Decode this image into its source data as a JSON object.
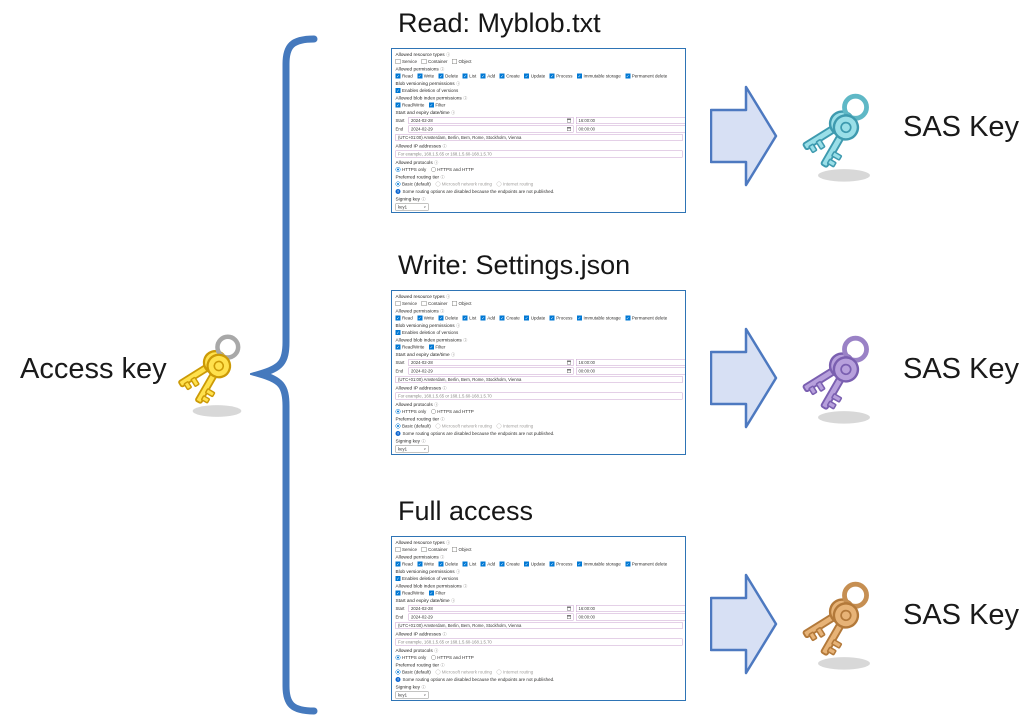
{
  "diagram": {
    "access_key_label": "Access key",
    "rows": [
      {
        "title": "Read: Myblob.txt",
        "result_label": "SAS Key"
      },
      {
        "title": "Write: Settings.json",
        "result_label": "SAS Key"
      },
      {
        "title": "Full access",
        "result_label": "SAS Key"
      }
    ]
  },
  "colors": {
    "brace": "#4579bd",
    "arrow_fill": "#d7e0f4",
    "arrow_stroke": "#4d79c0",
    "panel_border": "#2e74b5",
    "check_blue": "#0078d4",
    "access_key": {
      "fill": "#ffe14d",
      "stroke": "#cc9a06",
      "ring": "#a8a8a8"
    },
    "sas_keys": [
      {
        "fill": "#9adfe8",
        "stroke": "#3e9aaf",
        "ring": "#5fb8c6"
      },
      {
        "fill": "#b7a0dc",
        "stroke": "#7a5fb0",
        "ring": "#9a82c6"
      },
      {
        "fill": "#e7b377",
        "stroke": "#b3793a",
        "ring": "#c68f52"
      }
    ]
  },
  "sas_form": {
    "sections": [
      {
        "type": "checkboxes",
        "label": "Allowed resource types",
        "items": [
          {
            "label": "Service",
            "checked": false
          },
          {
            "label": "Container",
            "checked": false
          },
          {
            "label": "Object",
            "checked": false
          }
        ]
      },
      {
        "type": "checkboxes",
        "label": "Allowed permissions",
        "items": [
          {
            "label": "Read",
            "checked": true
          },
          {
            "label": "Write",
            "checked": true
          },
          {
            "label": "Delete",
            "checked": true
          },
          {
            "label": "List",
            "checked": true
          },
          {
            "label": "Add",
            "checked": true
          },
          {
            "label": "Create",
            "checked": true
          },
          {
            "label": "Update",
            "checked": true
          },
          {
            "label": "Process",
            "checked": true
          },
          {
            "label": "Immutable storage",
            "checked": true
          },
          {
            "label": "Permanent delete",
            "checked": true
          }
        ]
      },
      {
        "type": "checkboxes",
        "label": "Blob versioning permissions",
        "items": [
          {
            "label": "Enables deletion of versions",
            "checked": true
          }
        ]
      },
      {
        "type": "checkboxes",
        "label": "Allowed blob index permissions",
        "items": [
          {
            "label": "Read/Write",
            "checked": true
          },
          {
            "label": "Filter",
            "checked": true
          }
        ]
      },
      {
        "type": "datetime",
        "label": "Start and expiry date/time",
        "rows": [
          {
            "label": "Start",
            "date": "2024-02-28",
            "time": "16:00:00"
          },
          {
            "label": "End",
            "date": "2024-02-29",
            "time": "00:00:00"
          }
        ],
        "timezone": "(UTC+01:00) Amsterdam, Berlin, Bern, Rome, Stockholm, Vienna"
      },
      {
        "type": "input",
        "label": "Allowed IP addresses",
        "placeholder": "For example, 168.1.5.65 or 168.1.5.60-168.1.5.70"
      },
      {
        "type": "radios",
        "label": "Allowed protocols",
        "items": [
          {
            "label": "HTTPS only",
            "selected": true,
            "disabled": false
          },
          {
            "label": "HTTPS and HTTP",
            "selected": false,
            "disabled": false
          }
        ]
      },
      {
        "type": "radios",
        "label": "Preferred routing tier",
        "items": [
          {
            "label": "Basic (default)",
            "selected": true,
            "disabled": false
          },
          {
            "label": "Microsoft network routing",
            "selected": false,
            "disabled": true
          },
          {
            "label": "Internet routing",
            "selected": false,
            "disabled": true
          }
        ]
      },
      {
        "type": "info",
        "text": "Some routing options are disabled because the endpoints are not published."
      },
      {
        "type": "select",
        "label": "Signing key",
        "value": "key1"
      }
    ]
  }
}
